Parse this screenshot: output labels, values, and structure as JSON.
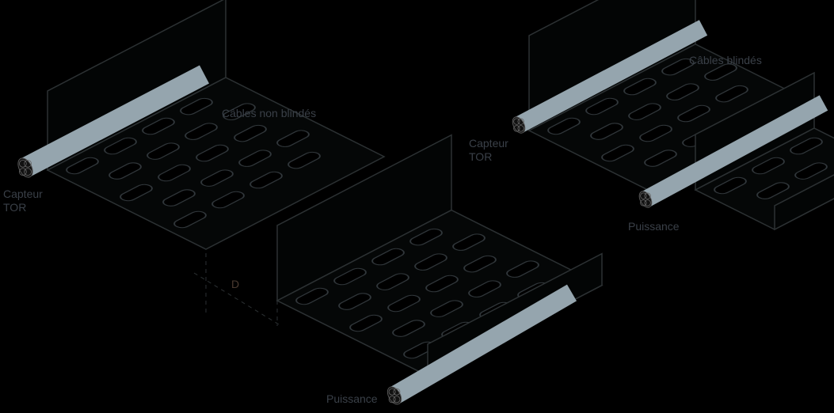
{
  "left_diagram": {
    "label_unshielded": "Câbles non blindés",
    "label_sensor": [
      "Capteur",
      "TOR"
    ],
    "label_power": "Puissance",
    "label_distance": "D"
  },
  "right_diagram": {
    "label_shielded": "Câbles blindés",
    "label_sensor": [
      "Capteur",
      "TOR"
    ],
    "label_power": "Puissance"
  },
  "colors": {
    "cable": "#95a5ae",
    "line": "#2c3133",
    "background": "#000000"
  }
}
